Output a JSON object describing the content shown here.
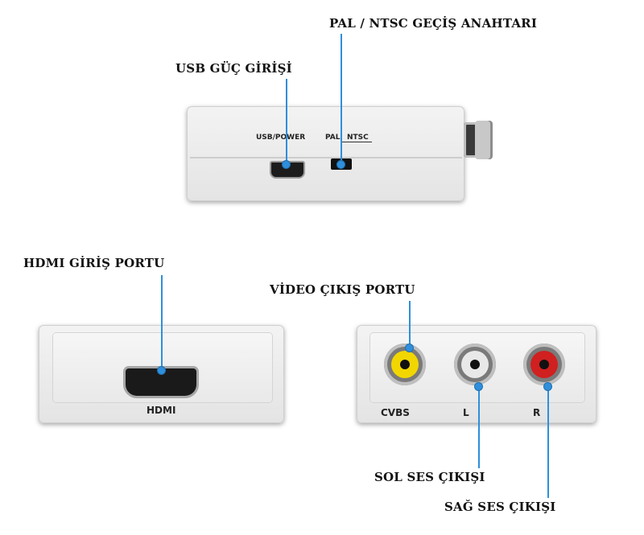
{
  "labels": {
    "usb_power_input": "USB GÜÇ GİRİŞİ",
    "pal_ntsc_switch": "PAL / NTSC GEÇİŞ ANAHTARI",
    "hdmi_input_port": "HDMI GİRİŞ PORTU",
    "video_output_port": "VİDEO ÇIKIŞ PORTU",
    "left_audio_output": "SOL SES ÇIKIŞI",
    "right_audio_output": "SAĞ SES ÇIKIŞI"
  },
  "top_device": {
    "usb_power": "USB/POWER",
    "pal": "PAL",
    "ntsc": "NTSC"
  },
  "hdmi_device": {
    "hdmi": "HDMI"
  },
  "rca_device": {
    "cvbs": "CVBS",
    "left": "L",
    "right": "R"
  },
  "colors": {
    "leader": "#2f8fdc",
    "rca_yellow": "#f2d600",
    "rca_white": "#e8e8e8",
    "rca_red": "#d02020"
  }
}
